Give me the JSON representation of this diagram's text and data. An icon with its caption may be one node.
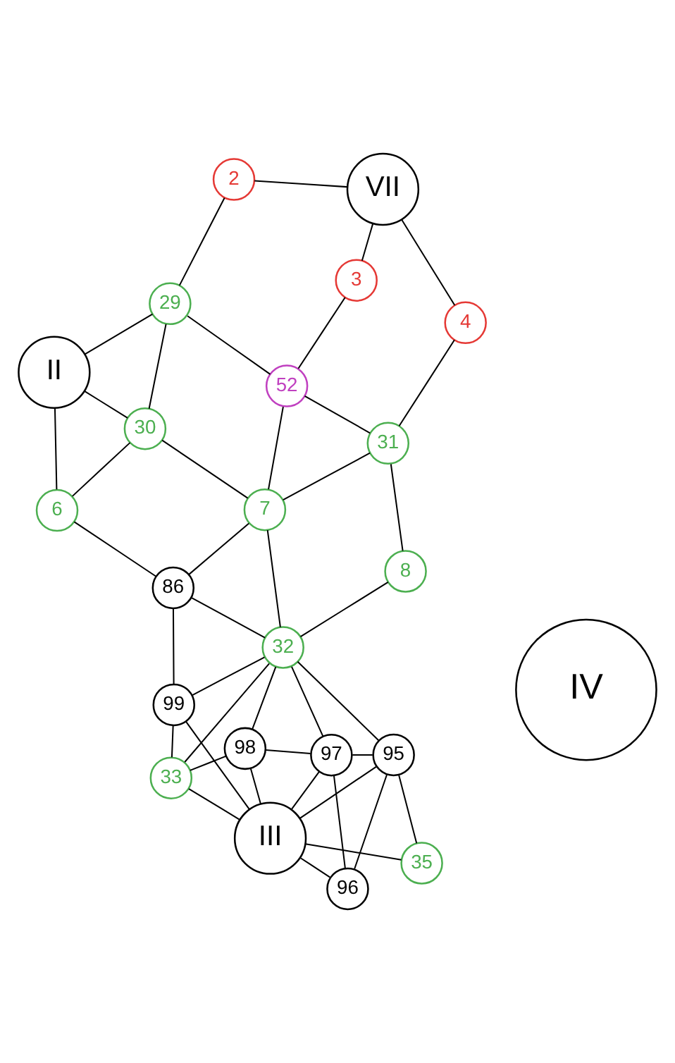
{
  "diagram": {
    "nodes": [
      {
        "text": [
          "III"
        ]
      },
      {
        "text": [
          "35"
        ]
      },
      {
        "text": [
          "95"
        ]
      },
      {
        "text": [
          "96"
        ]
      },
      {
        "text": [
          "97"
        ]
      },
      {
        "text": [
          "98"
        ]
      },
      {
        "text": [
          "IV"
        ]
      },
      {
        "text": [
          "33"
        ]
      },
      {
        "text": [
          "32"
        ]
      },
      {
        "text": [
          "8"
        ]
      },
      {
        "text": [
          "31"
        ]
      },
      {
        "text": [
          "99"
        ]
      },
      {
        "text": [
          "4"
        ]
      },
      {
        "text": [
          "86"
        ]
      },
      {
        "text": [
          "7"
        ]
      },
      {
        "text": [
          "52"
        ]
      },
      {
        "text": [
          "6"
        ]
      },
      {
        "text": [
          "3"
        ]
      },
      {
        "text": [
          "VII"
        ]
      },
      {
        "text": [
          "30"
        ]
      },
      {
        "text": [
          "29"
        ]
      },
      {
        "text": [
          "2"
        ]
      },
      {
        "text": [
          "II"
        ]
      }
    ],
    "edges": [
      {
        "from": 0,
        "to": 1,
        "arrow": "none"
      },
      {
        "from": 0,
        "to": 2,
        "arrow": "none"
      },
      {
        "from": 0,
        "to": 3,
        "arrow": "none"
      },
      {
        "from": 0,
        "to": 4,
        "arrow": "none"
      },
      {
        "from": 0,
        "to": 5,
        "arrow": "none"
      },
      {
        "from": 0,
        "to": 7,
        "arrow": "none"
      },
      {
        "from": 0,
        "to": 11,
        "arrow": "none"
      },
      {
        "from": 1,
        "to": 2,
        "arrow": "none"
      },
      {
        "from": 2,
        "to": 3,
        "arrow": "none"
      },
      {
        "from": 2,
        "to": 4,
        "arrow": "none"
      },
      {
        "from": 2,
        "to": 8,
        "arrow": "none"
      },
      {
        "from": 3,
        "to": 4,
        "arrow": "none"
      },
      {
        "from": 4,
        "to": 8,
        "arrow": "none"
      },
      {
        "from": 4,
        "to": 5,
        "arrow": "none"
      },
      {
        "from": 5,
        "to": 8,
        "arrow": "none"
      },
      {
        "from": 5,
        "to": 7,
        "arrow": "none"
      },
      {
        "from": 7,
        "to": 8,
        "arrow": "none"
      },
      {
        "from": 7,
        "to": 11,
        "arrow": "none"
      },
      {
        "from": 8,
        "to": 11,
        "arrow": "none"
      },
      {
        "from": 8,
        "to": 9,
        "arrow": "none"
      },
      {
        "from": 9,
        "to": 10,
        "arrow": "none"
      },
      {
        "from": 8,
        "to": 14,
        "arrow": "none"
      },
      {
        "from": 8,
        "to": 13,
        "arrow": "none"
      },
      {
        "from": 11,
        "to": 13,
        "arrow": "none"
      },
      {
        "from": 10,
        "to": 12,
        "arrow": "none"
      },
      {
        "from": 10,
        "to": 15,
        "arrow": "none"
      },
      {
        "from": 10,
        "to": 14,
        "arrow": "none"
      },
      {
        "from": 14,
        "to": 13,
        "arrow": "none"
      },
      {
        "from": 14,
        "to": 15,
        "arrow": "none"
      },
      {
        "from": 14,
        "to": 19,
        "arrow": "none"
      },
      {
        "from": 13,
        "to": 16,
        "arrow": "none"
      },
      {
        "from": 15,
        "to": 17,
        "arrow": "none"
      },
      {
        "from": 15,
        "to": 20,
        "arrow": "none"
      },
      {
        "from": 16,
        "to": 19,
        "arrow": "none"
      },
      {
        "from": 19,
        "to": 20,
        "arrow": "none"
      },
      {
        "from": 20,
        "to": 21,
        "arrow": "none"
      },
      {
        "from": 18,
        "to": 12,
        "arrow": "none"
      },
      {
        "from": 18,
        "to": 17,
        "arrow": "none"
      },
      {
        "from": 18,
        "to": 21,
        "arrow": "none"
      },
      {
        "from": 20,
        "to": 22,
        "arrow": "none"
      },
      {
        "from": 19,
        "to": 22,
        "arrow": "none"
      },
      {
        "from": 16,
        "to": 22,
        "arrow": "none"
      }
    ]
  }
}
